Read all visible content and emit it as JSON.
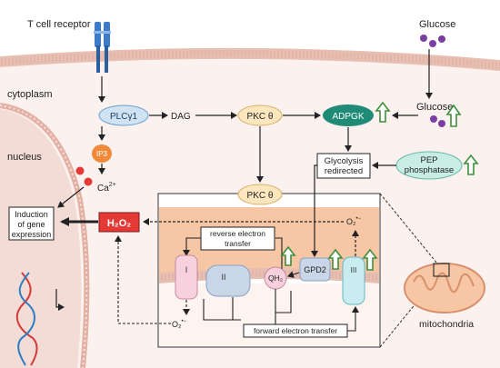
{
  "labels": {
    "tcr": "T cell receptor",
    "cytoplasm": "cytoplasm",
    "nucleus": "nucleus",
    "mitochondria": "mitochondria",
    "glucose_top": "Glucose",
    "glucose_mid": "Glucose"
  },
  "nodes": {
    "plcg1": "PLCγ1",
    "dag": "DAG",
    "pkc_top": "PKC θ",
    "adpgk": "ADPGK",
    "ip3": "IP3",
    "ca": "Ca",
    "ca_sup": "2+",
    "glycolysis_1": "Glycolysis",
    "glycolysis_2": "redirected",
    "pep_1": "PEP",
    "pep_2": "phosphatase",
    "pkc_mito": "PKC θ",
    "induction_1": "Induction",
    "induction_2": "of gene",
    "induction_3": "expression",
    "h2o2": "H₂O₂"
  },
  "mito": {
    "complex_1": "I",
    "complex_2": "II",
    "complex_3": "III",
    "qh2": "QH₂",
    "gpd2": "GPD2",
    "o2_top": "O₂",
    "o2_bottom": "O₂",
    "superscript": "•−",
    "reverse_1": "reverse electron",
    "reverse_2": "transfer",
    "forward": "forward electron transfer"
  },
  "colors": {
    "membrane": "#e9c4b8",
    "cytoplasm_bg": "#f8efec",
    "nucleus_bg": "#f5e3de",
    "plcg1_fill": "#cfe3f4",
    "pkc_fill": "#fbe8c0",
    "adpgk_fill": "#1f8a76",
    "ip3_fill": "#ef8a3a",
    "pep_fill": "#c7ede4",
    "h2o2_fill": "#e53935",
    "mito_matrix": "#f7c6a4",
    "up_arrow": "#3e8e3a",
    "glucose": "#7b3fa3"
  }
}
